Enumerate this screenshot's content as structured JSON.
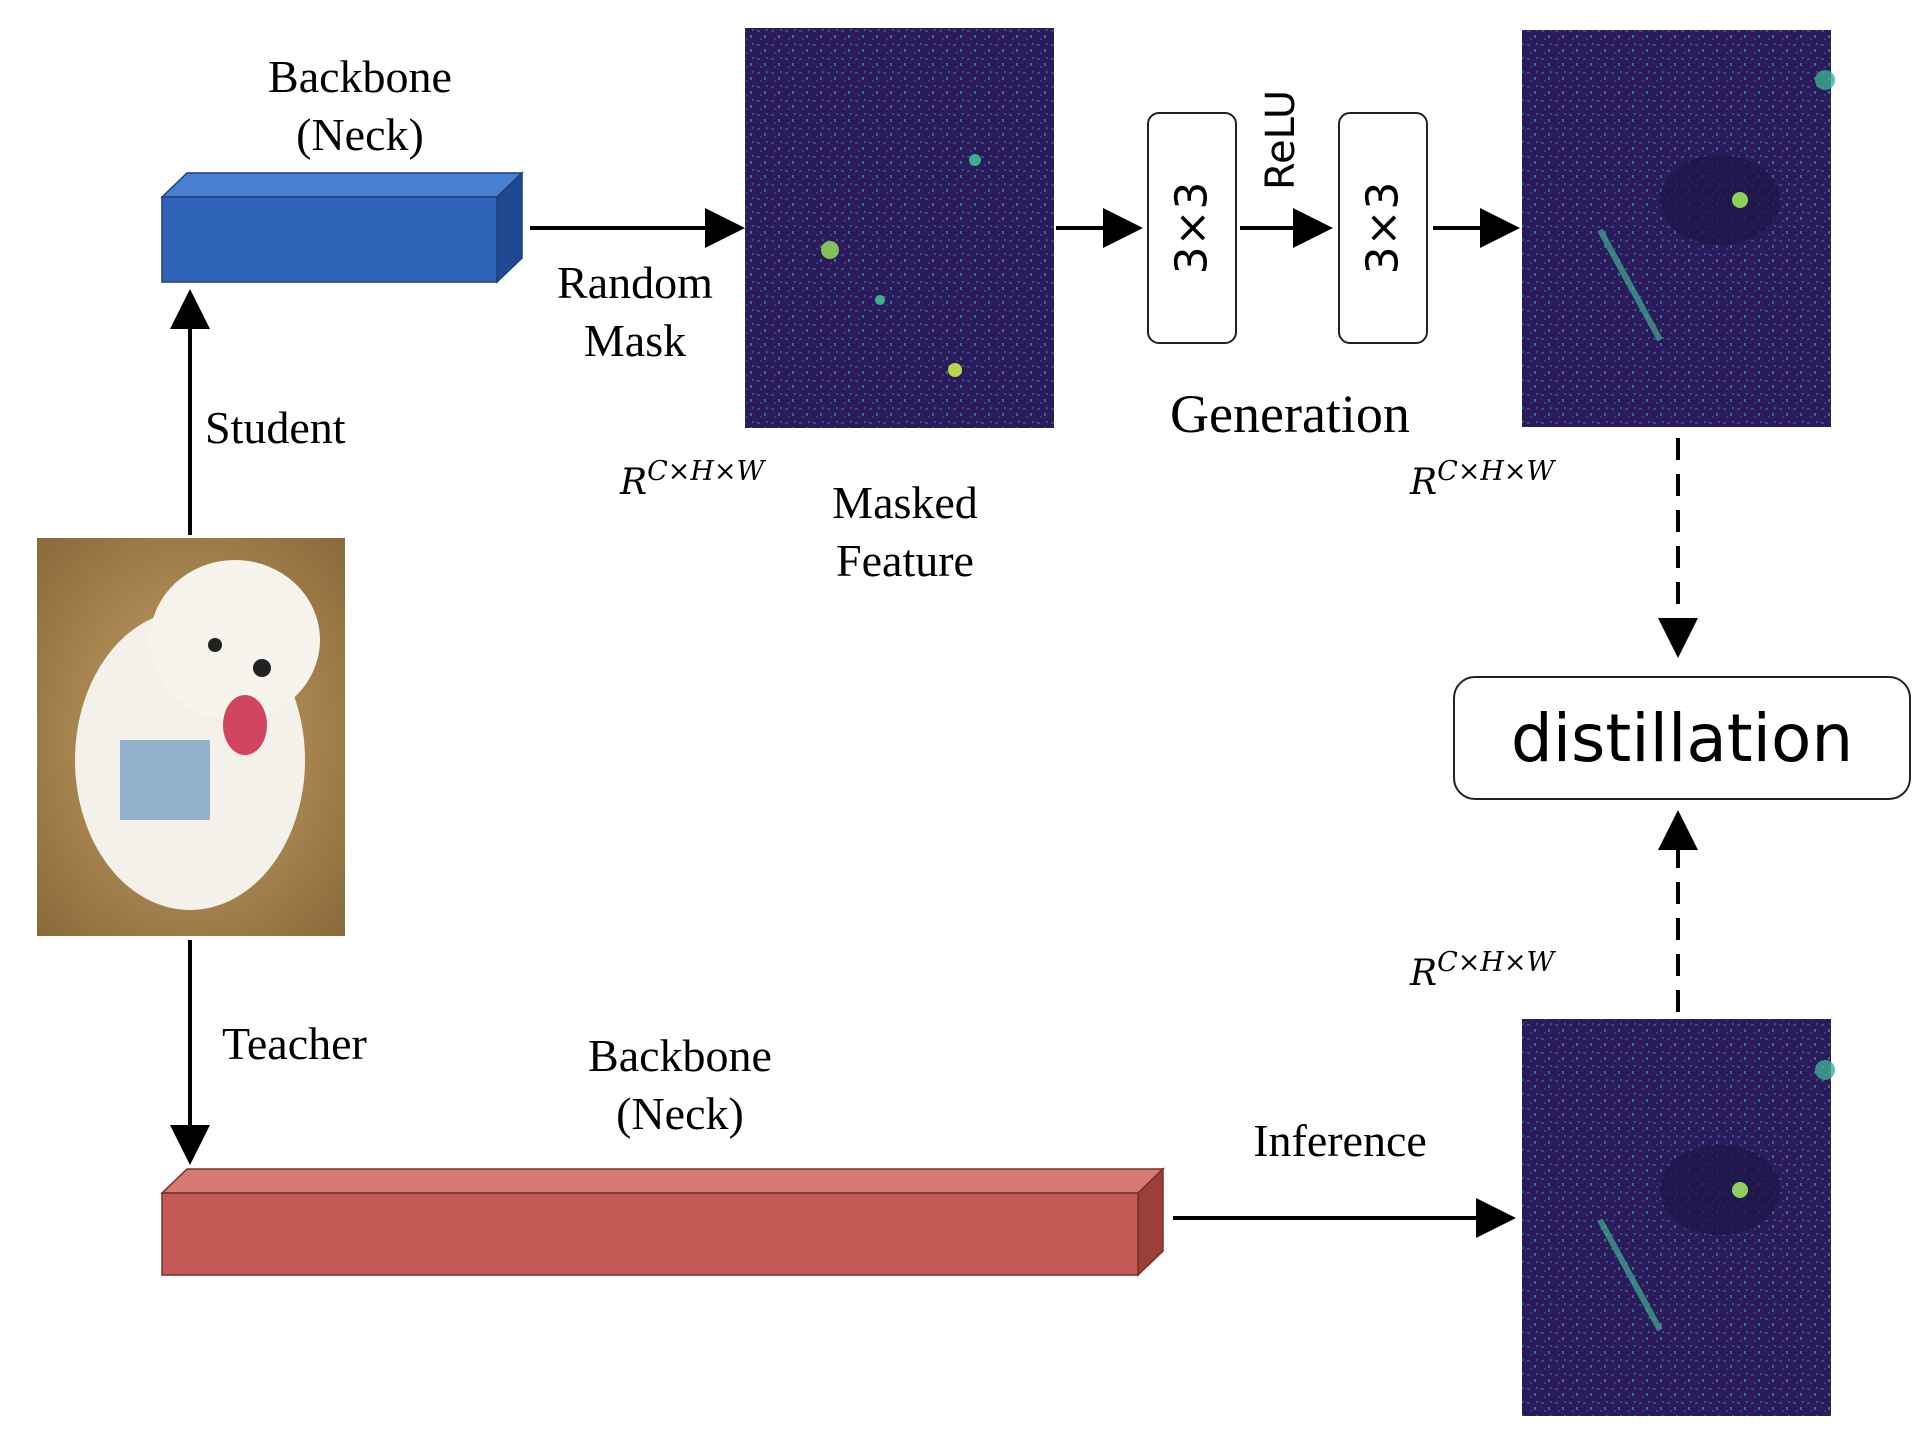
{
  "student_backbone": {
    "line1": "Backbone",
    "line2": "(Neck)"
  },
  "teacher_backbone": {
    "line1": "Backbone",
    "line2": "(Neck)"
  },
  "random_mask": {
    "line1": "Random",
    "line2": "Mask"
  },
  "masked_feature": {
    "line1": "Masked",
    "line2": "Feature"
  },
  "student_label": "Student",
  "teacher_label": "Teacher",
  "generation_label": "Generation",
  "inference_label": "Inference",
  "relu_label": "ReLU",
  "conv_labels": [
    "3×3",
    "3×3"
  ],
  "distillation_label": "distillation",
  "shape_label": {
    "base": "R",
    "sup": "C×H×W"
  },
  "colors": {
    "student_block": "#2e63b8",
    "teacher_block": "#c45a55",
    "feature_bg": "#2e1a5e",
    "feature_accent": "#3fae8f"
  }
}
